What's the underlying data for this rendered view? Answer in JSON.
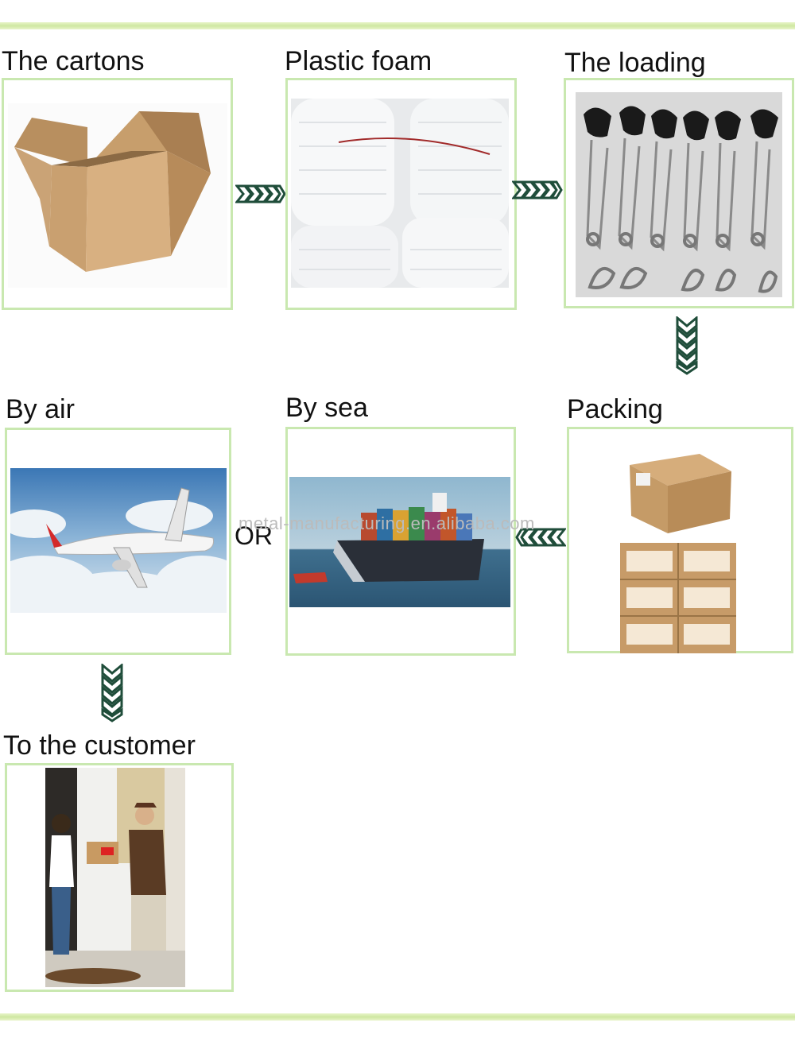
{
  "steps": {
    "cartons": "The cartons",
    "foam": "Plastic foam",
    "loading": "The loading",
    "packing": "Packing",
    "sea": "By sea",
    "air": "By air",
    "customer": "To the customer"
  },
  "or_label": "OR",
  "watermark": "metal-manufacturing.en.alibaba.com",
  "colors": {
    "frame": "#c9e8b0",
    "bar": "#cfe7a2",
    "arrow": "#1f4d3a"
  }
}
